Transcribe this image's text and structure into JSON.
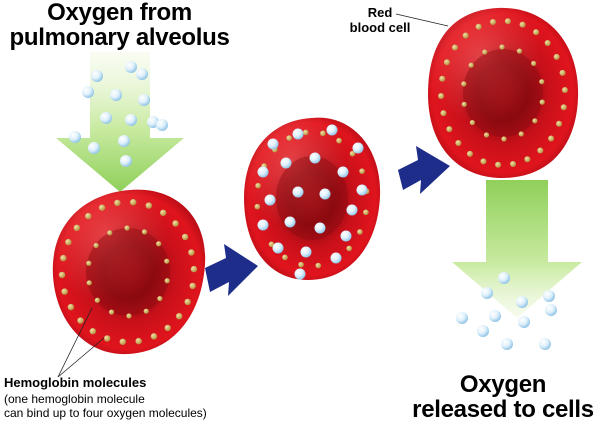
{
  "top_title": {
    "line1": "Oxygen from",
    "line2": "pulmonary alveolus"
  },
  "rbc_label": {
    "line1": "Red",
    "line2": "blood cell"
  },
  "hemoglobin": {
    "title": "Hemoglobin molecules",
    "desc_line1": "(one hemoglobin molecule",
    "desc_line2": "can bind up to four oxygen molecules)"
  },
  "bottom_title": {
    "line1": "Oxygen",
    "line2": "released to cells"
  },
  "colors": {
    "cell_red": "#c8101a",
    "cell_dark": "#8f0a10",
    "arrow_green": "#9ed66a",
    "arrow_blue": "#1f2d8a",
    "hemoglobin_gold": "#d9b862",
    "oxygen_blue": "#a9d4ef"
  },
  "icons": [
    "green-down-arrow",
    "blue-right-arrow",
    "red-blood-cell",
    "oxygen-bubble",
    "hemoglobin-dot"
  ]
}
